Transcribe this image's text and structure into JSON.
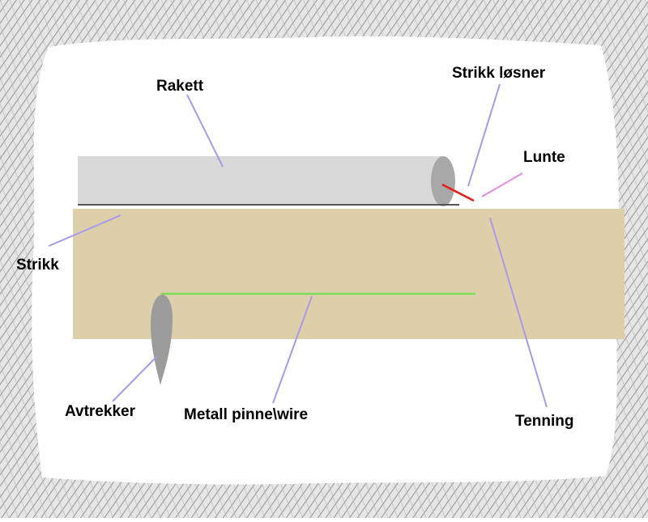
{
  "labels": {
    "rocket": "Rakett",
    "rubber_release": "Strikk løsner",
    "fuse": "Lunte",
    "rubber": "Strikk",
    "trigger": "Avtrekker",
    "metal_wire": "Metall pinne\\wire",
    "ignition": "Tenning"
  },
  "colors": {
    "background_sketch": "#9e9e9e",
    "board": "#decfab",
    "rocket_body": "#d9d9d9",
    "rocket_cap": "#a8a8a8",
    "rubber_band": "#555555",
    "fuse": "#e81b1b",
    "wire": "#7ed957",
    "trigger": "#9c9c9c",
    "leader_line": "#a89ae8",
    "leader_fuse": "#e48be0"
  }
}
